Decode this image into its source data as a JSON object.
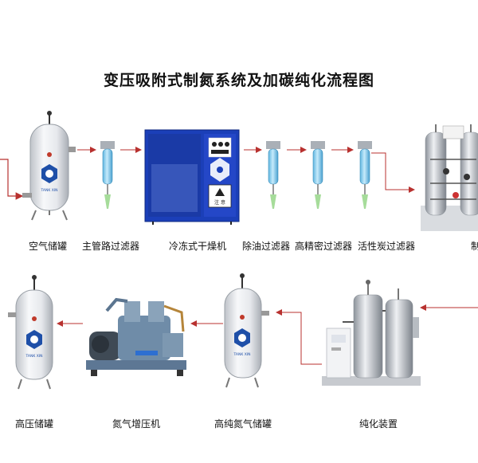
{
  "title": "变压吸附式制氮系统及加碳纯化流程图",
  "tank_logo_text": "TANK XIN\nXX/XX",
  "dryer": {
    "panel_sign": "注 意"
  },
  "top_row": {
    "labels": [
      "空气储罐",
      "主管路过滤器",
      "冷冻式干燥机",
      "除油过滤器",
      "高精密过滤器",
      "活性炭过滤器",
      "制"
    ]
  },
  "bottom_row": {
    "labels": [
      "高压储罐",
      "氮气增压机",
      "高纯氮气储罐",
      "纯化装置"
    ]
  },
  "colors": {
    "flow_arrow": "#b8312f",
    "tank_body": "#e4e6ea",
    "filter_body": "#8fd0ee",
    "dryer_body": "#1b3fb8",
    "compressor_body": "#6f8ca8"
  }
}
